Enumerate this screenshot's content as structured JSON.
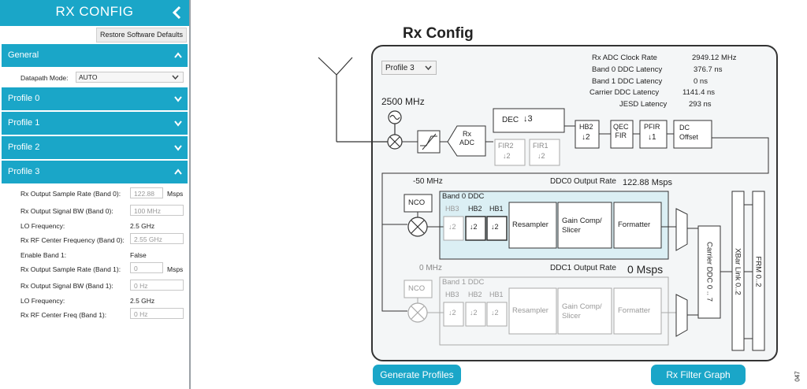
{
  "panel": {
    "title": "RX CONFIG",
    "restore_label": "Restore Software Defaults",
    "sections": {
      "general": "General",
      "profile0": "Profile 0",
      "profile1": "Profile 1",
      "profile2": "Profile 2",
      "profile3": "Profile 3"
    },
    "datapath_mode": {
      "label": "Datapath Mode:",
      "value": "AUTO"
    },
    "profile3_fields": {
      "sample_rate_b0": {
        "label": "Rx Output Sample Rate (Band 0):",
        "value": "122.88",
        "unit": "Msps"
      },
      "signal_bw_b0": {
        "label": "Rx Output Signal BW (Band 0):",
        "value": "100 MHz"
      },
      "lo_freq_1": {
        "label": "LO Frequency:",
        "value": "2.5 GHz"
      },
      "rf_center_b0": {
        "label": "Rx RF Center Frequency (Band 0):",
        "value": "2.55 GHz"
      },
      "enable_band1": {
        "label": "Enable Band 1:",
        "value": "False"
      },
      "sample_rate_b1": {
        "label": "Rx Output Sample Rate (Band 1):",
        "value": "0",
        "unit": "Msps"
      },
      "signal_bw_b1": {
        "label": "Rx Output Signal BW (Band 1):",
        "value": "0 Hz"
      },
      "lo_freq_2": {
        "label": "LO Frequency:",
        "value": "2.5 GHz"
      },
      "rf_center_b1": {
        "label": "Rx RF Center Freq (Band 1):",
        "value": "0 Hz"
      }
    }
  },
  "diagram": {
    "title": "Rx Config",
    "profile_select": "Profile 3",
    "stats": [
      {
        "label": "Rx ADC Clock Rate",
        "value": "2949.12 MHz"
      },
      {
        "label": "Band 0 DDC Latency",
        "value": "376.7 ns"
      },
      {
        "label": "Band 1 DDC Latency",
        "value": "0 ns"
      },
      {
        "label": "Carrier DDC Latency",
        "value": "1141.4 ns"
      },
      {
        "label": "JESD Latency",
        "value": "293 ns"
      }
    ],
    "lo_freq": "2500 MHz",
    "adc_label": "Rx\nADC",
    "dec_label": "DEC",
    "dec_factor": "3",
    "fir2": "FIR2",
    "fir1": "FIR1",
    "fir_factor": "2",
    "hb2": "HB2",
    "hb2_factor": "2",
    "qec_fir": "QEC\nFIR",
    "pfir": "PFIR",
    "pfir_factor": "1",
    "dc_offset": "DC\nOffset",
    "nco_label": "NCO",
    "band0": {
      "freq": "-50 MHz",
      "title": "Band 0 DDC",
      "out_rate_label": "DDC0 Output Rate",
      "out_rate_value": "122.88 Msps"
    },
    "band1": {
      "freq": "0 MHz",
      "title": "Band 1 DDC",
      "out_rate_label": "DDC1 Output Rate",
      "out_rate_value": "0 Msps"
    },
    "hb3": "HB3",
    "hb1": "HB1",
    "small_factor": "2",
    "resampler": "Resampler",
    "gain_comp": "Gain Comp/\nSlicer",
    "formatter": "Formatter",
    "carrier_ddc": "Carrier DDC 0 .. 7",
    "xbar_link": "XBar Link 0..2",
    "frm": "FRM 0..2",
    "generate_btn": "Generate Profiles",
    "filter_btn": "Rx Filter Graph",
    "figure_id": "047"
  }
}
